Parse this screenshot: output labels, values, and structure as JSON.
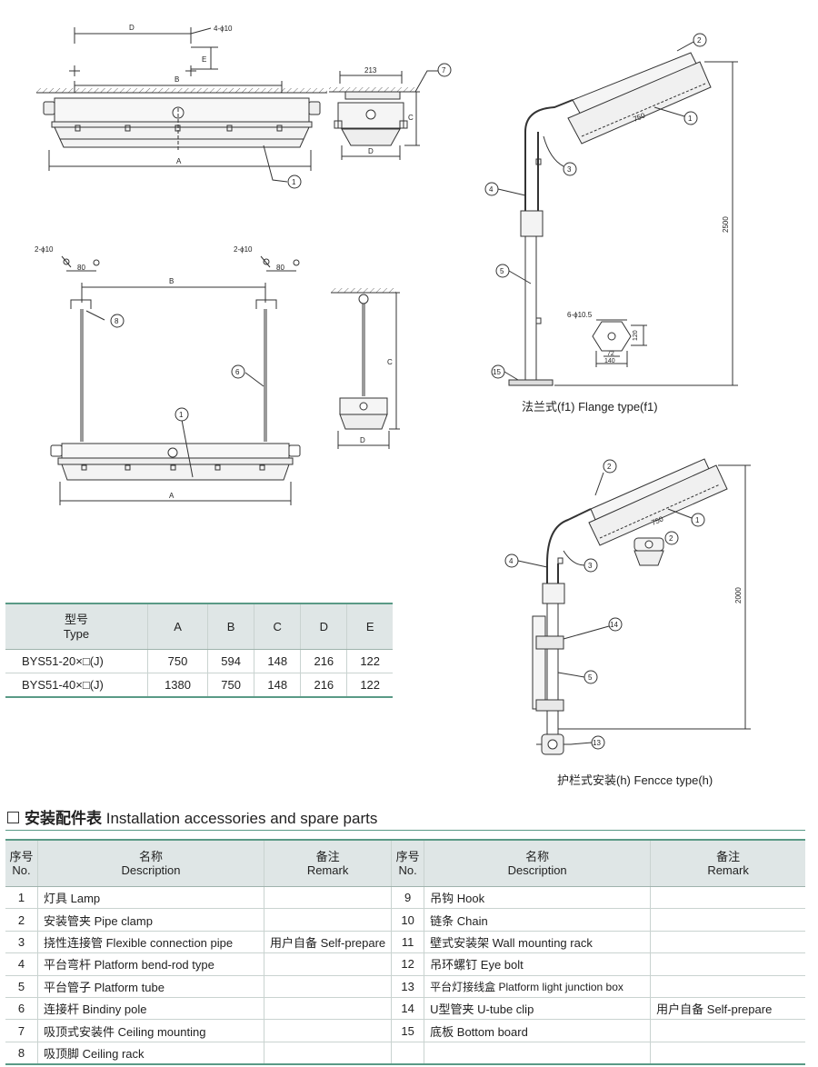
{
  "drawings": {
    "top_view": {
      "label_d": "D",
      "label_holes": "4-ϕ10",
      "label_e": "E",
      "label_b": "B",
      "label_a": "A",
      "callout_1": "1"
    },
    "side_view": {
      "label_213": "213",
      "label_c": "C",
      "label_d": "D",
      "callout_7": "7"
    },
    "chain_view": {
      "label_holes_left": "2-ϕ10",
      "label_80_left": "80",
      "label_holes_right": "2-ϕ10",
      "label_80_right": "80",
      "label_b": "B",
      "label_a": "A",
      "callout_8": "8",
      "callout_6": "6",
      "callout_1": "1"
    },
    "chain_side_view": {
      "label_c": "C",
      "label_d": "D"
    },
    "flange": {
      "callout_2": "2",
      "callout_1": "1",
      "callout_3": "3",
      "callout_4": "4",
      "callout_5": "5",
      "callout_15": "15",
      "label_750": "750",
      "label_2500": "2500",
      "base_holes": "6-ϕ10.5",
      "base_120": "120",
      "base_72": "72",
      "base_140": "140",
      "caption": "法兰式(f1) Flange type(f1)"
    },
    "fence": {
      "callout_2a": "2",
      "callout_1": "1",
      "callout_2b": "2",
      "callout_4": "4",
      "callout_3": "3",
      "callout_14": "14",
      "callout_5": "5",
      "callout_13": "13",
      "label_750": "750",
      "label_2000": "2000",
      "caption": "护栏式安装(h) Fencce type(h)"
    }
  },
  "dimension_table": {
    "header_type_zh": "型号",
    "header_type_en": "Type",
    "columns": [
      "A",
      "B",
      "C",
      "D",
      "E"
    ],
    "rows": [
      {
        "type": "BYS51-20×□(J)",
        "a": "750",
        "b": "594",
        "c": "148",
        "d": "216",
        "e": "122"
      },
      {
        "type": "BYS51-40×□(J)",
        "a": "1380",
        "b": "750",
        "c": "148",
        "d": "216",
        "e": "122"
      }
    ]
  },
  "accessories": {
    "title_zh": "安装配件表",
    "title_en": "Installation accessories and spare parts",
    "headers": {
      "no_zh": "序号",
      "no_en": "No.",
      "desc_zh": "名称",
      "desc_en": "Description",
      "remark_zh": "备注",
      "remark_en": "Remark"
    },
    "rows": [
      {
        "no_l": "1",
        "desc_l": "灯具  Lamp",
        "rem_l": "",
        "no_r": "9",
        "desc_r": "吊钩  Hook",
        "rem_r": ""
      },
      {
        "no_l": "2",
        "desc_l": "安装管夹  Pipe clamp",
        "rem_l": "",
        "no_r": "10",
        "desc_r": "链条  Chain",
        "rem_r": ""
      },
      {
        "no_l": "3",
        "desc_l": "挠性连接管  Flexible connection pipe",
        "rem_l": "用户自备 Self-prepare",
        "no_r": "11",
        "desc_r": "壁式安装架  Wall mounting rack",
        "rem_r": ""
      },
      {
        "no_l": "4",
        "desc_l": "平台弯杆  Platform bend-rod type",
        "rem_l": "",
        "no_r": "12",
        "desc_r": "吊环螺钉  Eye bolt",
        "rem_r": ""
      },
      {
        "no_l": "5",
        "desc_l": "平台管子  Platform tube",
        "rem_l": "",
        "no_r": "13",
        "desc_r": "平台灯接线盒  Platform light junction box",
        "rem_r": ""
      },
      {
        "no_l": "6",
        "desc_l": "连接杆  Bindiny pole",
        "rem_l": "",
        "no_r": "14",
        "desc_r": "U型管夹  U-tube clip",
        "rem_r": "用户自备 Self-prepare"
      },
      {
        "no_l": "7",
        "desc_l": "吸顶式安装件  Ceiling mounting",
        "rem_l": "",
        "no_r": "15",
        "desc_r": "底板  Bottom board",
        "rem_r": ""
      },
      {
        "no_l": "8",
        "desc_l": "吸顶脚  Ceiling rack",
        "rem_l": "",
        "no_r": "",
        "desc_r": "",
        "rem_r": ""
      }
    ]
  }
}
